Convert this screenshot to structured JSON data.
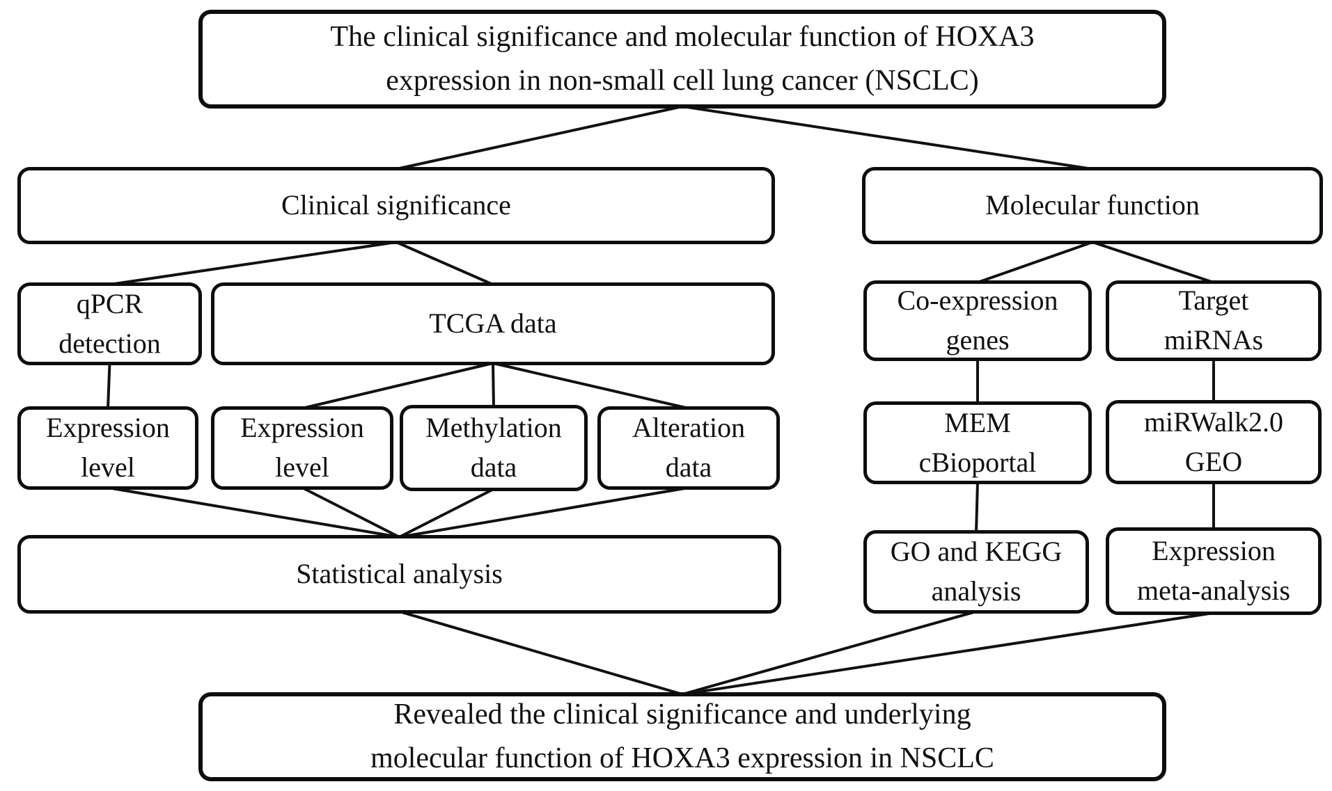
{
  "figure": {
    "description_labels_only": "flowchart",
    "colors": {
      "ink": "#111111",
      "box_border": "#0d0d0d",
      "background": "#ffffff"
    }
  },
  "diagram": {
    "nodes": [
      {
        "id": "root",
        "label": "The clinical significance and molecular function of HOXA3 expression in non-small cell lung cancer (NSCLC)",
        "lines": [
          "The clinical significance and molecular function of HOXA3",
          "expression in non-small cell lung cancer (NSCLC)"
        ]
      },
      {
        "id": "clinical",
        "label": "Clinical significance",
        "lines": [
          "Clinical significance"
        ]
      },
      {
        "id": "molecular",
        "label": "Molecular function",
        "lines": [
          "Molecular function"
        ]
      },
      {
        "id": "qpcr",
        "label": "qPCR detection",
        "lines": [
          "qPCR",
          "detection"
        ]
      },
      {
        "id": "tcga",
        "label": "TCGA data",
        "lines": [
          "TCGA data"
        ]
      },
      {
        "id": "coexp",
        "label": "Co-expression genes",
        "lines": [
          "Co-expression",
          "genes"
        ]
      },
      {
        "id": "mirna",
        "label": "Target miRNAs",
        "lines": [
          "Target",
          "miRNAs"
        ]
      },
      {
        "id": "expr1",
        "label": "Expression level",
        "lines": [
          "Expression",
          "level"
        ]
      },
      {
        "id": "expr2",
        "label": "Expression level",
        "lines": [
          "Expression",
          "level"
        ]
      },
      {
        "id": "methyl",
        "label": "Methylation data",
        "lines": [
          "Methylation",
          "data"
        ]
      },
      {
        "id": "alter",
        "label": "Alteration data",
        "lines": [
          "Alteration",
          "data"
        ]
      },
      {
        "id": "mem",
        "label": "MEM cBioportal",
        "lines": [
          "MEM",
          "cBioportal"
        ]
      },
      {
        "id": "mirwalk",
        "label": "miRWalk2.0 GEO",
        "lines": [
          "miRWalk2.0",
          "GEO"
        ]
      },
      {
        "id": "stats",
        "label": "Statistical analysis",
        "lines": [
          "Statistical analysis"
        ]
      },
      {
        "id": "gokegg",
        "label": "GO and KEGG analysis",
        "lines": [
          "GO and KEGG",
          "analysis"
        ]
      },
      {
        "id": "meta",
        "label": "Expression meta-analysis",
        "lines": [
          "Expression",
          "meta-analysis"
        ]
      },
      {
        "id": "conclusion",
        "label": "Revealed the clinical significance and underlying molecular function of HOXA3 expression in NSCLC",
        "lines": [
          "Revealed the clinical significance and underlying",
          "molecular function of HOXA3 expression in NSCLC"
        ]
      }
    ],
    "edges": [
      [
        "root",
        "clinical"
      ],
      [
        "root",
        "molecular"
      ],
      [
        "clinical",
        "qpcr"
      ],
      [
        "clinical",
        "tcga"
      ],
      [
        "qpcr",
        "expr1"
      ],
      [
        "tcga",
        "expr2"
      ],
      [
        "tcga",
        "methyl"
      ],
      [
        "tcga",
        "alter"
      ],
      [
        "expr1",
        "stats"
      ],
      [
        "expr2",
        "stats"
      ],
      [
        "methyl",
        "stats"
      ],
      [
        "alter",
        "stats"
      ],
      [
        "molecular",
        "coexp"
      ],
      [
        "molecular",
        "mirna"
      ],
      [
        "coexp",
        "mem"
      ],
      [
        "mirna",
        "mirwalk"
      ],
      [
        "mem",
        "gokegg"
      ],
      [
        "mirwalk",
        "meta"
      ],
      [
        "stats",
        "conclusion"
      ],
      [
        "gokegg",
        "conclusion"
      ],
      [
        "meta",
        "conclusion"
      ]
    ]
  }
}
